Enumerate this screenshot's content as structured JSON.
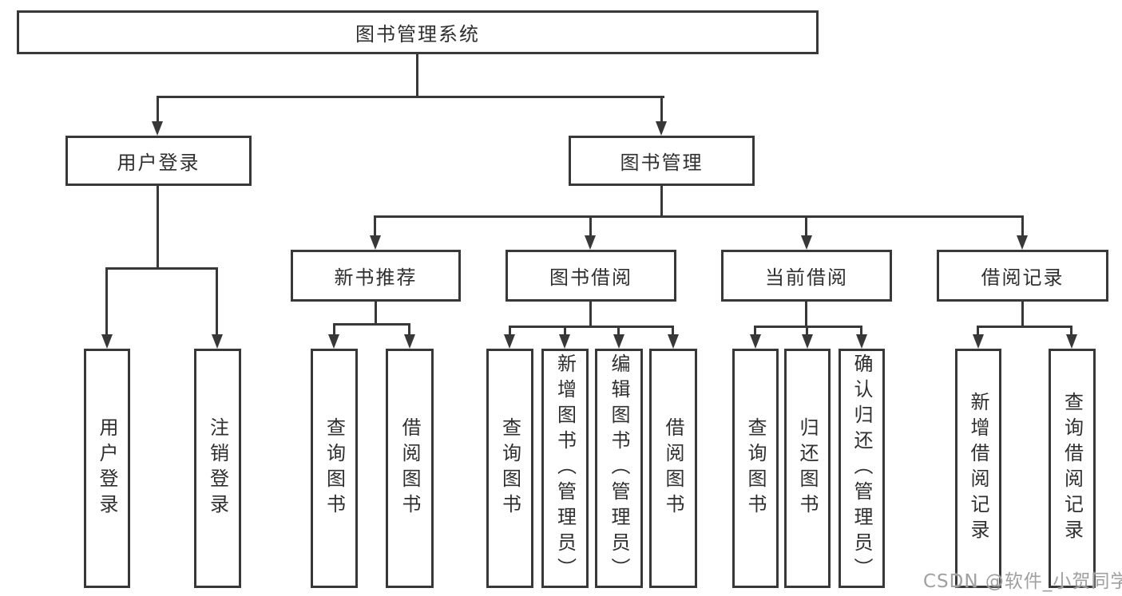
{
  "nodes": {
    "root": {
      "label": "图书管理系统"
    },
    "user_login": {
      "label": "用户登录"
    },
    "book_management": {
      "label": "图书管理"
    },
    "new_book_recommendation": {
      "label": "新书推荐"
    },
    "book_borrowing": {
      "label": "图书借阅"
    },
    "current_borrowing": {
      "label": "当前借阅"
    },
    "borrowing_records": {
      "label": "借阅记录"
    }
  },
  "leaves": {
    "user_login": {
      "label": "用户登录"
    },
    "logout": {
      "label": "注销登录"
    },
    "recommend_query_books": {
      "label": "查询图书"
    },
    "recommend_borrow_books": {
      "label": "借阅图书"
    },
    "borrowing_query_books": {
      "label": "查询图书"
    },
    "borrowing_add_books_admin": {
      "label": "新增图书（管理员）"
    },
    "borrowing_edit_books_admin": {
      "label": "编辑图书（管理员）"
    },
    "borrowing_borrow_books": {
      "label": "借阅图书"
    },
    "current_query_books": {
      "label": "查询图书"
    },
    "current_return_books": {
      "label": "归还图书"
    },
    "current_confirm_return_admin": {
      "label": "确认归还（管理员）"
    },
    "records_add_record": {
      "label": "新增借阅记录"
    },
    "records_query_record": {
      "label": "查询借阅记录"
    }
  },
  "watermark": {
    "text": "CSDN @软件_小贺同学"
  },
  "colors": {
    "line": "#383838",
    "text": "#2f2f2f",
    "background": "#ffffff",
    "watermark": "#a0a0a0"
  }
}
